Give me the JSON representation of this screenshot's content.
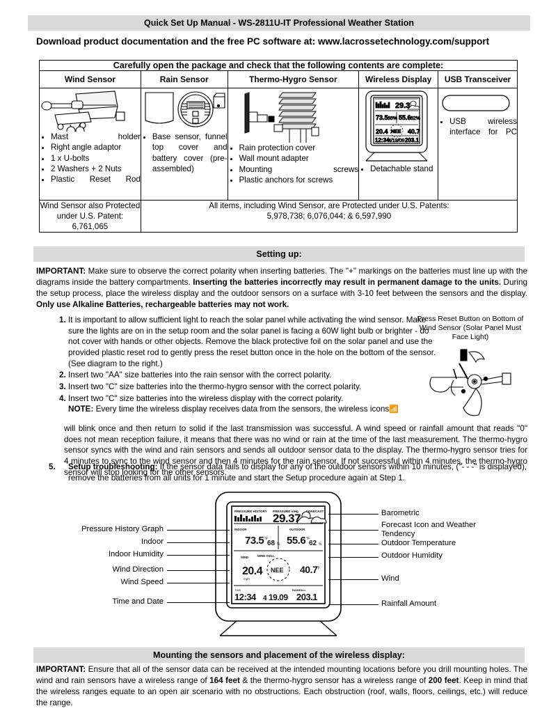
{
  "header": {
    "title": "Quick Set Up Manual - WS-2811U-IT Professional Weather Station",
    "download_line": "Download product documentation and the free PC software at: www.lacrossetechnology.com/support"
  },
  "contents_table": {
    "caption": "Carefully open the package and check that the following contents are complete:",
    "columns": [
      {
        "header": "Wind Sensor",
        "image": "wind-sensor-illustration",
        "items": [
          "Mast holder",
          "Right angle adaptor",
          "1 x U-bolts",
          "2 Washers + 2 Nuts",
          "Plastic Reset Rod"
        ]
      },
      {
        "header": "Rain Sensor",
        "image": "rain-sensor-illustration",
        "items": [
          "Base sensor, funnel top cover and battery cover (pre-assembled)"
        ]
      },
      {
        "header": "Thermo-Hygro Sensor",
        "image": "thermo-hygro-sensor-illustration",
        "items": [
          "Rain protection cover",
          "Wall mount adapter",
          "Mounting screws",
          "Plastic anchors for screws"
        ]
      },
      {
        "header": "Wireless Display",
        "image": "wireless-display-illustration",
        "items": [
          "Detachable stand"
        ]
      },
      {
        "header": "USB Transceiver",
        "image": "usb-transceiver-illustration",
        "items": [
          "USB wireless interface for PC"
        ]
      }
    ],
    "patent_left": "Wind Sensor also Protected under U.S. Patent: 6,761,065",
    "patent_right_line1": "All items, including Wind Sensor, are Protected under U.S. Patents:",
    "patent_right_line2": "5,978,738; 6,076,044; & 6,597,990"
  },
  "setting_up": {
    "bar": "Setting up:",
    "important_label": "IMPORTANT:",
    "important_p1": " Make sure to observe the correct polarity when inserting batteries.  The \"+\" markings on the batteries must line up with the diagrams inside the battery compartments.  ",
    "important_b1": "Inserting the batteries incorrectly may result in permanent damage to the units.",
    "important_p2": " During the setup process, place the wireless display and the outdoor sensors on a surface with 3-10 feet between the sensors and the display. ",
    "important_b2": "Only use Alkaline Batteries, rechargeable batteries may not work.",
    "step1": "It is important to allow sufficient light to reach the solar panel while activating the wind sensor. Make sure the lights are on in the setup room and the solar panel is facing a 60W light bulb or brighter - do not cover with hands or other objects. Remove the black protective foil on the solar panel and use the provided plastic reset rod to gently press the reset button once in the hole on the bottom of the sensor. (See diagram to the right.)",
    "step2": "Insert two \"AA\" size batteries into the rain sensor with the correct polarity.",
    "step3": "Insert two \"C\" size batteries into the thermo-hygro sensor with the correct polarity.",
    "step4": "Insert two \"C\" size batteries into the wireless display with the correct polarity.",
    "note_label": "NOTE:",
    "note_text_a": " Every time the wireless display receives data from the sensors, the wireless icons",
    "note_text_b": " will blink once and then return to solid if the last transmission was successful. A wind speed or rainfall amount that reads \"0\" does not mean reception failure, it means that there was no wind or rain at the time of the last measurement. The thermo-hygro sensor syncs with the wind and rain sensors and sends all outdoor sensor data to the display. The thermo-hygro sensor tries for 4 minutes to sync to the wind sensor and then 4 minutes for the rain sensor.  If not successful within 4 minutes, the thermo-hygro sensor will stop looking for the other sensors.",
    "step5_number": "5.",
    "step5_label": "Setup troubleshooting:",
    "step5_text": "  If the sensor data fails to display for any of the outdoor sensors within 10 minutes, (\"- - -\" is displayed), remove the batteries from all units for 1 minute and start the Setup procedure again at Step 1.",
    "reset_caption": "Press Reset Button on Bottom of Wind Sensor (Solar Panel Must Face Light)"
  },
  "diagram": {
    "left_callouts": [
      "Pressure History Graph",
      "Indoor",
      "Indoor Humidity",
      "Wind Direction",
      "Wind Speed",
      "Time and Date"
    ],
    "right_callouts": [
      "Barometric",
      "Forecast Icon and Weather Tendency",
      "Outdoor Temperature",
      "Outdoor Humidity",
      "Wind",
      "Rainfall Amount"
    ],
    "lcd": {
      "pressure_history_label": "PRESSURE HISTORY",
      "barometric_label": "PRESSURE inHg",
      "barometric_value": "29.37",
      "indoor_label": "INDOOR",
      "indoor_temp": "73.5",
      "indoor_humidity": "68",
      "outdoor_label": "OUTDOOR",
      "outdoor_temp": "55.6",
      "outdoor_humidity": "62",
      "wind_speed": "20.4",
      "wind_direction": "NEE",
      "wind_chill": "40.7",
      "time": "12:34",
      "date": "4/19/09",
      "rainfall": "203.1"
    }
  },
  "mounting": {
    "bar": "Mounting the sensors and placement of the wireless display:",
    "important_label": "IMPORTANT:",
    "text_a": "  Ensure that all of the sensor data can be received at the intended mounting locations before you drill mounting holes. The wind and rain sensors have a wireless range of ",
    "bold_164": "164 feet",
    "text_b": " & the thermo-hygro sensor has a wireless range of ",
    "bold_200": "200 feet",
    "text_c": ". Keep in mind that the wireless ranges equate to an open air scenario with no obstructions.  Each obstruction (roof, walls, floors, ceilings, etc.) will reduce the range."
  }
}
